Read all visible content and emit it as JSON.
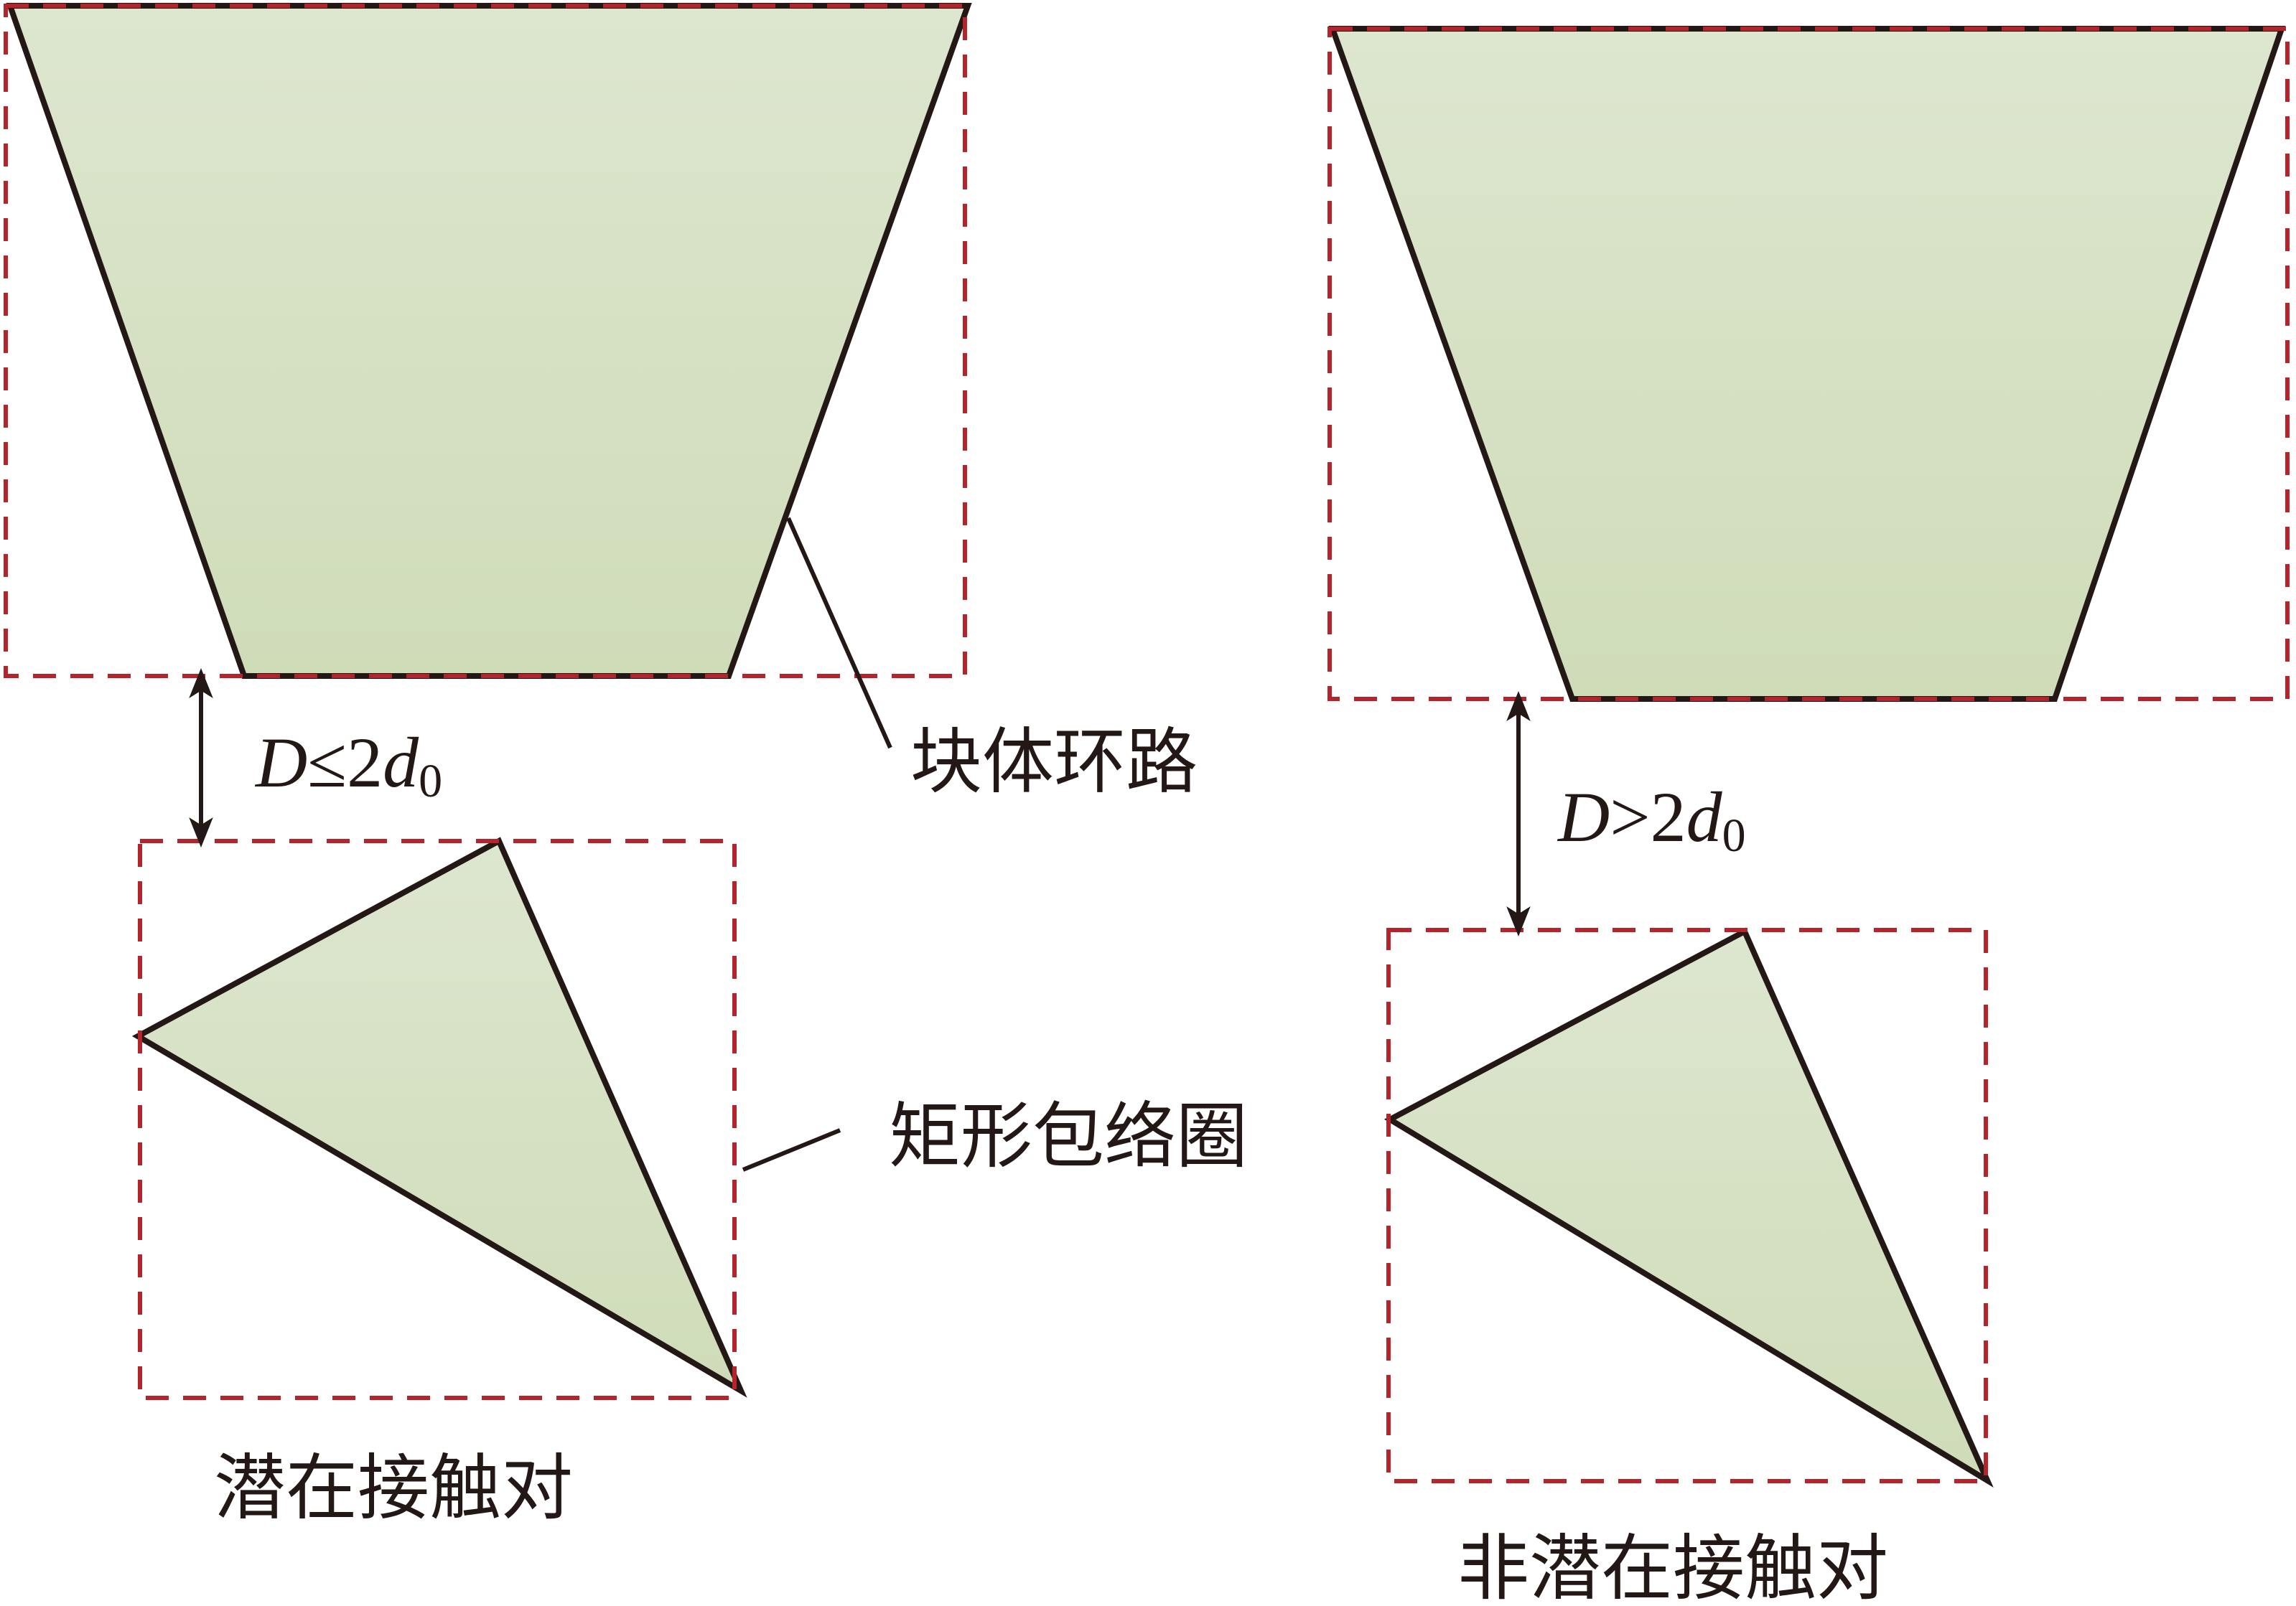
{
  "colors": {
    "fill_top": "#dde6cf",
    "fill_bottom": "#cfdcb8",
    "outline": "#231815",
    "bbox_dash": "#b5242a"
  },
  "labels": {
    "block_loop": "块体环路",
    "rect_envelope": "矩形包络圈",
    "potential_pair": "潜在接触对",
    "non_potential_pair": "非潜在接触对"
  },
  "left_condition": {
    "variable": "D",
    "operator": "≤",
    "coefficient": "2",
    "symbol": "d",
    "subscript": "0"
  },
  "right_condition": {
    "variable": "D",
    "operator": ">",
    "coefficient": "2",
    "symbol": "d",
    "subscript": "0"
  }
}
